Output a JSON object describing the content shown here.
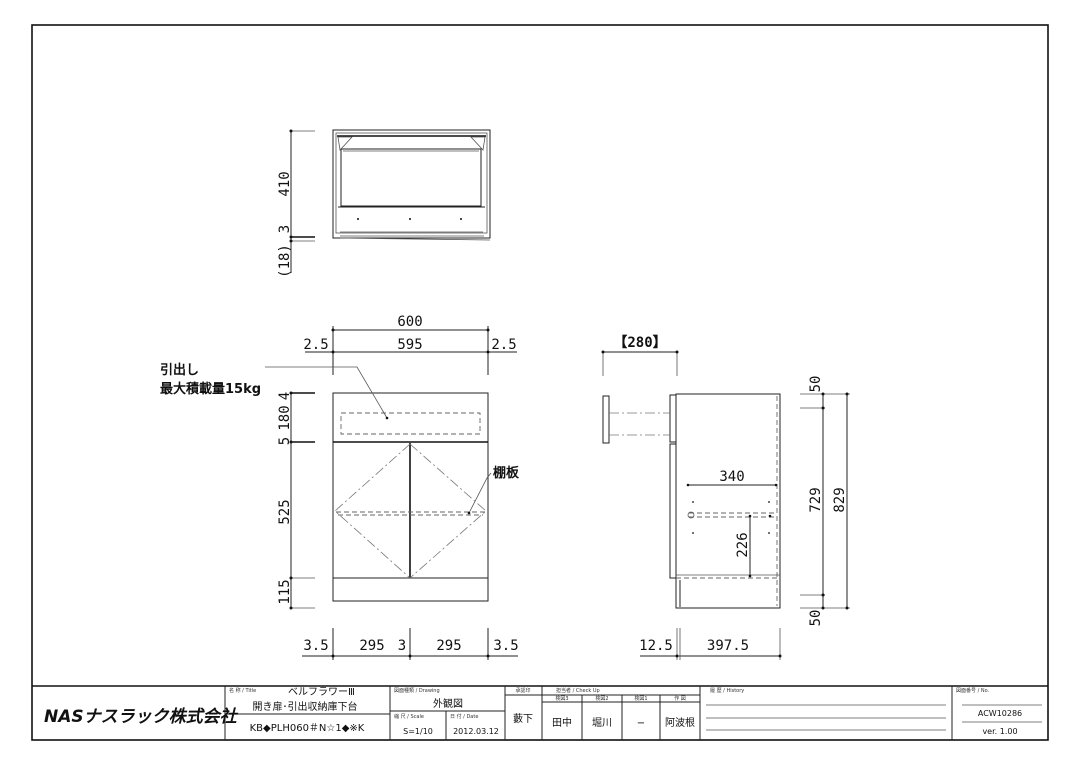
{
  "top_view": {
    "dims": {
      "h410": "410",
      "h3": "3",
      "h18": "(18)"
    }
  },
  "front_view": {
    "dims": {
      "w600": "600",
      "w595": "595",
      "l2_5": "2.5",
      "r2_5": "2.5",
      "v4": "4",
      "v180": "180",
      "v5": "5",
      "v525": "525",
      "v115": "115",
      "b3_5l": "3.5",
      "b295l": "295",
      "b3": "3",
      "b295r": "295",
      "b3_5r": "3.5"
    },
    "drawer_note_line1": "引出し",
    "drawer_note_line2": "最大積載量15kg",
    "shelf_label": "棚板"
  },
  "side_view": {
    "dims": {
      "d280": "【280】",
      "d340": "340",
      "d226": "226",
      "d729": "729",
      "d829": "829",
      "top50": "50",
      "bot50": "50",
      "d12_5": "12.5",
      "d397_5": "397.5"
    }
  },
  "title_block": {
    "company": "NASナスラック株式会社",
    "title_header": "名 称 / Title",
    "series": "ベルフラワーⅢ",
    "product_name": "開き扉･引出収納庫下台",
    "model_code": "KB◆PLH060＃N☆1◆※K",
    "drawing_header": "図面種類 / Drawing",
    "drawing_type": "外観図",
    "scale_header": "縮 尺 / Scale",
    "scale": "S=1/10",
    "date_header": "日 付 / Date",
    "date": "2012.03.12",
    "approval_header": "承認印",
    "approver": "藪下",
    "checkup_header": "担当者 / Check Up",
    "check_cols": [
      {
        "header": "検図3",
        "name": "田中"
      },
      {
        "header": "検図2",
        "name": "堀川"
      },
      {
        "header": "検図1",
        "name": "−"
      },
      {
        "header": "作 図",
        "name": "阿波根"
      }
    ],
    "history_header": "履 歴 / History",
    "number_header": "図面番号 / No.",
    "drawing_number": "ACW10286",
    "version": "ver. 1.00"
  }
}
